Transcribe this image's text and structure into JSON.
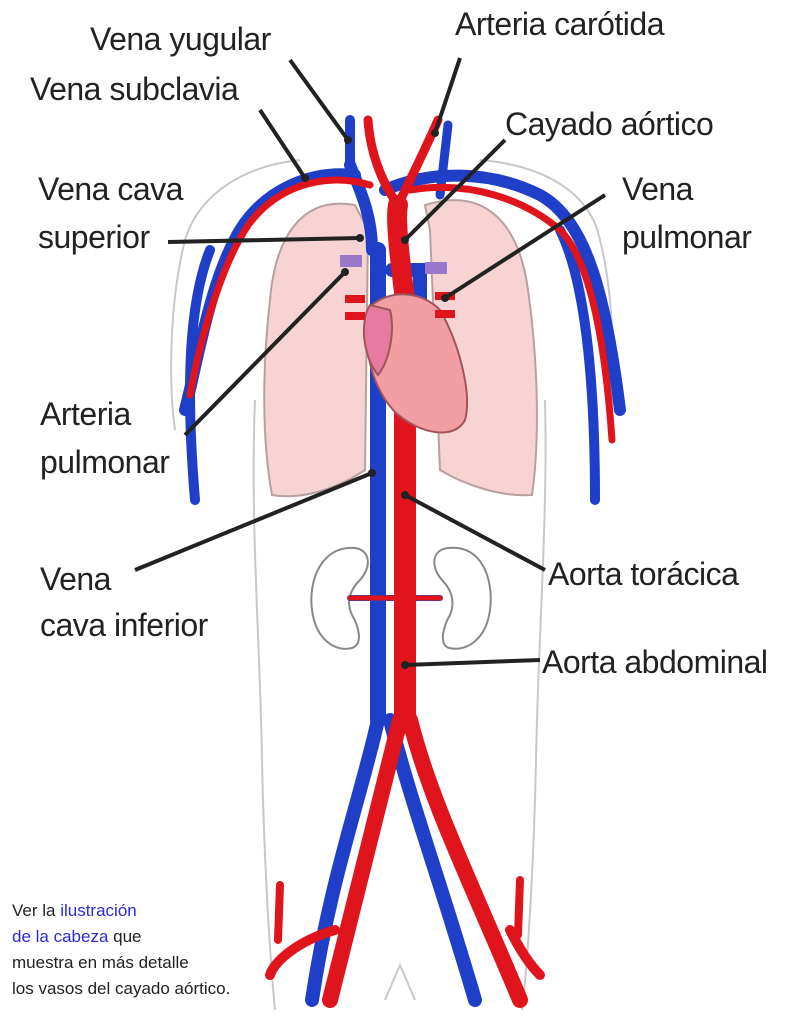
{
  "labels": {
    "vena_yugular": "Vena yugular",
    "arteria_carotida": "Arteria carótida",
    "vena_subclavia": "Vena subclavia",
    "cayado_aortico": "Cayado aórtico",
    "vena_cava_superior_1": "Vena cava",
    "vena_cava_superior_2": "superior",
    "vena_pulmonar_1": "Vena",
    "vena_pulmonar_2": "pulmonar",
    "arteria_pulmonar_1": "Arteria",
    "arteria_pulmonar_2": "pulmonar",
    "vena_cava_inferior_1": "Vena",
    "vena_cava_inferior_2": "cava inferior",
    "aorta_toracica": "Aorta torácica",
    "aorta_abdominal": "Aorta abdominal"
  },
  "note": {
    "prefix": "Ver la ",
    "link1": "ilustración",
    "link2": "de la cabeza",
    "mid": " que",
    "line3": "muestra en más detalle",
    "line4": "los vasos del cayado aórtico."
  },
  "colors": {
    "artery": "#e0141c",
    "vein": "#1f3fc8",
    "lung": "#f7d3d3",
    "heart": "#f29ea3",
    "pulmonary_artery": "#9a78c9"
  }
}
